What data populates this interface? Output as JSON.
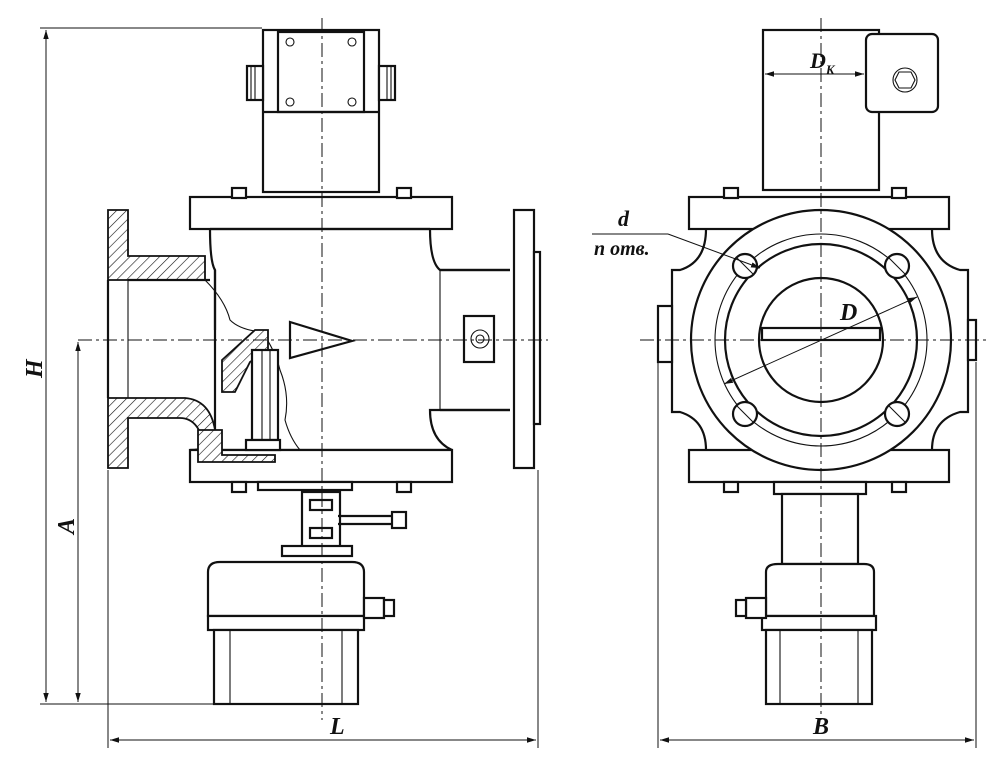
{
  "labels": {
    "H": "H",
    "A": "A",
    "L": "L",
    "B": "B",
    "D": "D",
    "Dk_main": "D",
    "Dk_sub": "K",
    "d": "d",
    "n_holes": "n отв."
  }
}
